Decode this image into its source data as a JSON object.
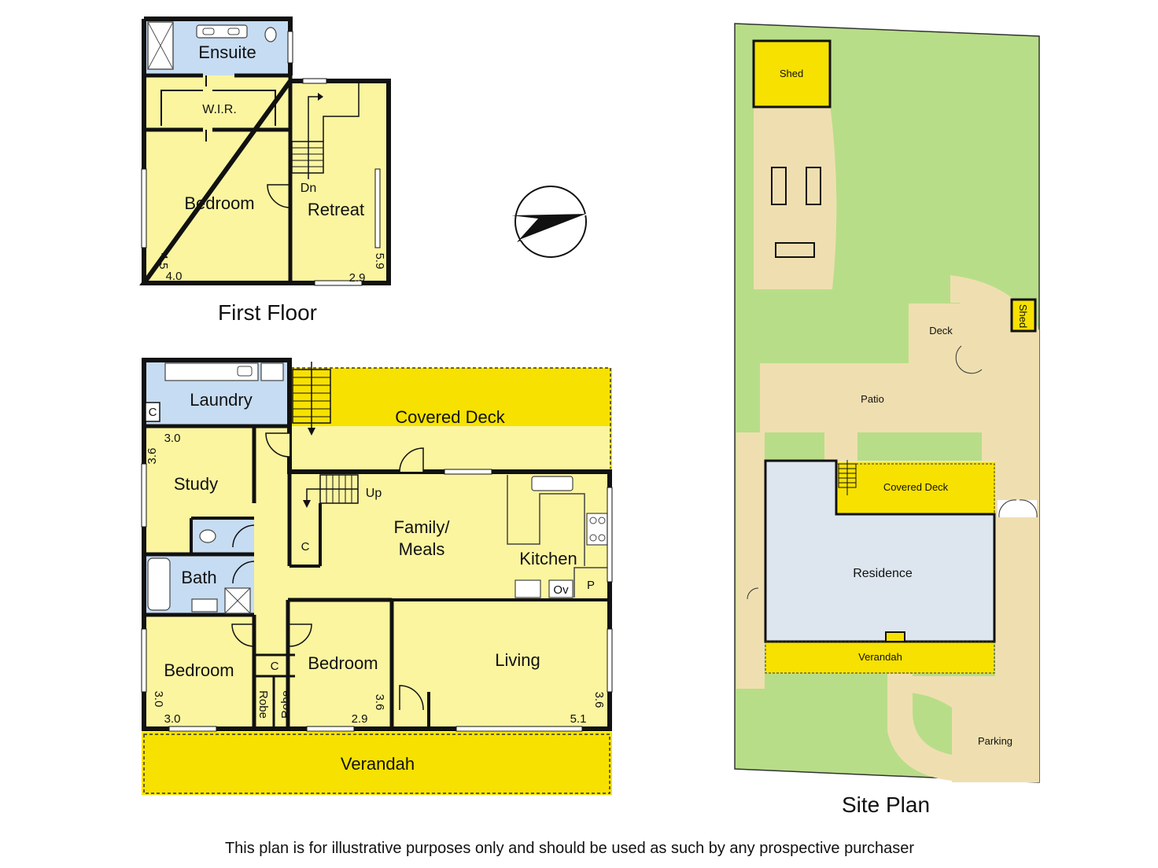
{
  "first_floor": {
    "title": "First Floor",
    "rooms": {
      "ensuite": "Ensuite",
      "wir": "W.I.R.",
      "bedroom": "Bedroom",
      "retreat": "Retreat"
    },
    "stair_label": "Dn",
    "dims": {
      "bedroom_h": "4.5",
      "bedroom_w": "4.0",
      "retreat_w": "2.9",
      "retreat_h": "5.9"
    }
  },
  "ground_floor": {
    "rooms": {
      "laundry": "Laundry",
      "covered_deck": "Covered Deck",
      "study": "Study",
      "family_meals_line1": "Family/",
      "family_meals_line2": "Meals",
      "kitchen": "Kitchen",
      "bath": "Bath",
      "bedroom_left": "Bedroom",
      "bedroom_mid": "Bedroom",
      "living": "Living",
      "verandah": "Verandah",
      "robe_1": "Robe",
      "robe_2": "Robe"
    },
    "fixtures": {
      "laundry_cupboard": "C",
      "stair_cupboard": "C",
      "hall_cupboard": "C",
      "oven": "Ov",
      "pantry": "P",
      "stair_up": "Up"
    },
    "dims": {
      "study_w": "3.0",
      "study_h": "3.6",
      "bedroom_left_h": "3.0",
      "bedroom_left_w": "3.0",
      "bedroom_mid_w": "2.9",
      "bedroom_mid_h": "3.6",
      "living_w": "5.1",
      "living_h": "3.6"
    }
  },
  "site_plan": {
    "title": "Site Plan",
    "labels": {
      "shed_top": "Shed",
      "shed_side": "Shed",
      "deck": "Deck",
      "patio": "Patio",
      "covered_deck": "Covered Deck",
      "residence": "Residence",
      "verandah": "Verandah",
      "parking": "Parking"
    }
  },
  "disclaimer": "This plan is for illustrative purposes only and should be used as such by any prospective purchaser",
  "colors": {
    "room_fill": "#fbf5a0",
    "wet_fill": "#c6dcf2",
    "deck_fill": "#f7e100",
    "lawn": "#b8dd88",
    "paving": "#efdfb0",
    "residence": "#dde6ee",
    "wall": "#111111"
  }
}
